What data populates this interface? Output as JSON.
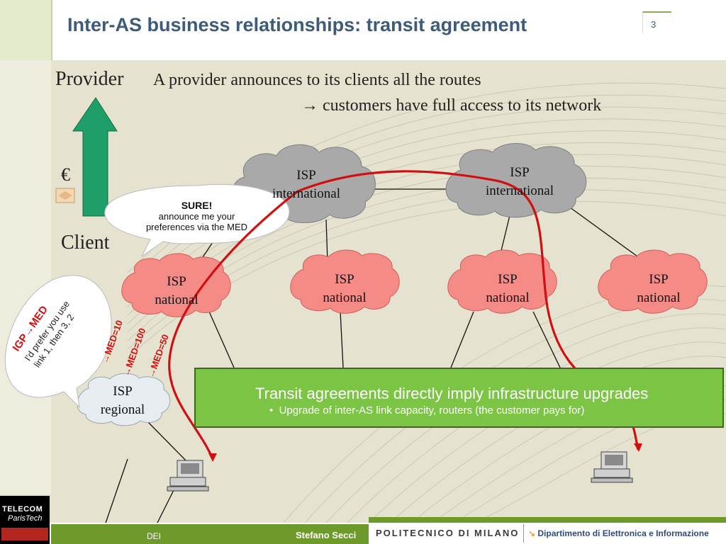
{
  "header": {
    "title": "Inter-AS business relationships: transit agreement",
    "page_number": "3"
  },
  "hierarchy": {
    "provider": "Provider",
    "client": "Client",
    "currency": "€"
  },
  "intro": {
    "line1": "A provider announces to its clients all the routes",
    "line2": "customers have full access to its network",
    "arrow": "→"
  },
  "clouds": [
    {
      "id": "intl-1",
      "label": "ISP\ninternational",
      "color": "#a8a8a8"
    },
    {
      "id": "intl-2",
      "label": "ISP\ninternational",
      "color": "#a8a8a8"
    },
    {
      "id": "nat-1",
      "label": "ISP\nnational",
      "color": "#f58b87"
    },
    {
      "id": "nat-2",
      "label": "ISP\nnational",
      "color": "#f58b87"
    },
    {
      "id": "nat-3",
      "label": "ISP\nnational",
      "color": "#f58b87"
    },
    {
      "id": "nat-4",
      "label": "ISP\nnational",
      "color": "#f58b87"
    },
    {
      "id": "reg-1",
      "label": "ISP\nregional",
      "color": "#e6ecef"
    }
  ],
  "speech": {
    "sure_title": "SURE!",
    "sure_body": "announce me your preferences via the MED",
    "igp_title": "IGP→MED",
    "igp_body": "I'd prefer you use link 1, then 3, 2"
  },
  "med_labels": [
    "→MED=10",
    "→MED=100",
    "→MED=50"
  ],
  "callout": {
    "title": "Transit agreements directly imply infrastructure upgrades",
    "bullet": "Upgrade of inter-AS link capacity, routers (the customer pays for)"
  },
  "footer": {
    "left": "DEI",
    "author": "Stefano Secci",
    "institution": "POLITECNICO DI MILANO",
    "department": "Dipartimento di Elettronica e Informazione",
    "logo_line1": "TELECOM",
    "logo_line2": "ParisTech"
  },
  "colors": {
    "title": "#3d5b7a",
    "accent_green": "#6e9a2b",
    "red_path": "#d01010",
    "arrow_green": "#1f9e6a"
  }
}
